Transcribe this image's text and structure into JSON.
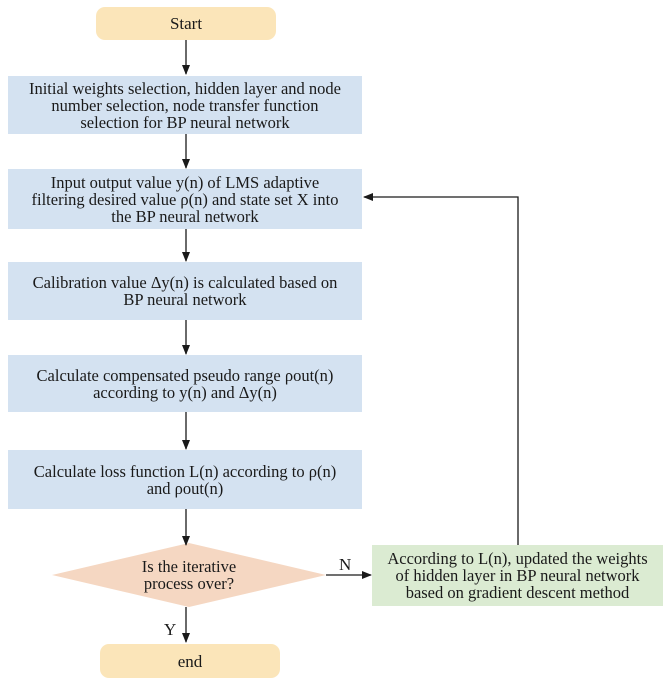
{
  "flowchart": {
    "start": "Start",
    "end": "end",
    "steps": {
      "init": [
        "Initial weights selection, hidden layer and node",
        "number selection, node transfer function",
        "selection for BP neural network"
      ],
      "input": [
        "Input output value y(n) of LMS adaptive",
        "filtering desired value ρ(n) and state set X into",
        "the BP neural network"
      ],
      "calibration": [
        "Calibration value Δy(n) is calculated based on",
        "BP neural network"
      ],
      "compensate": [
        "Calculate compensated pseudo range ρout(n)",
        "according to y(n) and Δy(n)"
      ],
      "loss": [
        "Calculate loss function L(n) according to ρ(n)",
        "and ρout(n)"
      ]
    },
    "decision": [
      "Is the iterative",
      "process over?"
    ],
    "update": [
      "According to L(n), updated the weights",
      "of hidden layer in BP neural network",
      "based on gradient descent method"
    ],
    "labels": {
      "no": "N",
      "yes": "Y"
    },
    "colors": {
      "terminal": "#fbe5b9",
      "process": "#d4e2f1",
      "decision": "#f5d7c2",
      "update": "#dbebd2",
      "arrow": "#1a1a1a"
    }
  }
}
